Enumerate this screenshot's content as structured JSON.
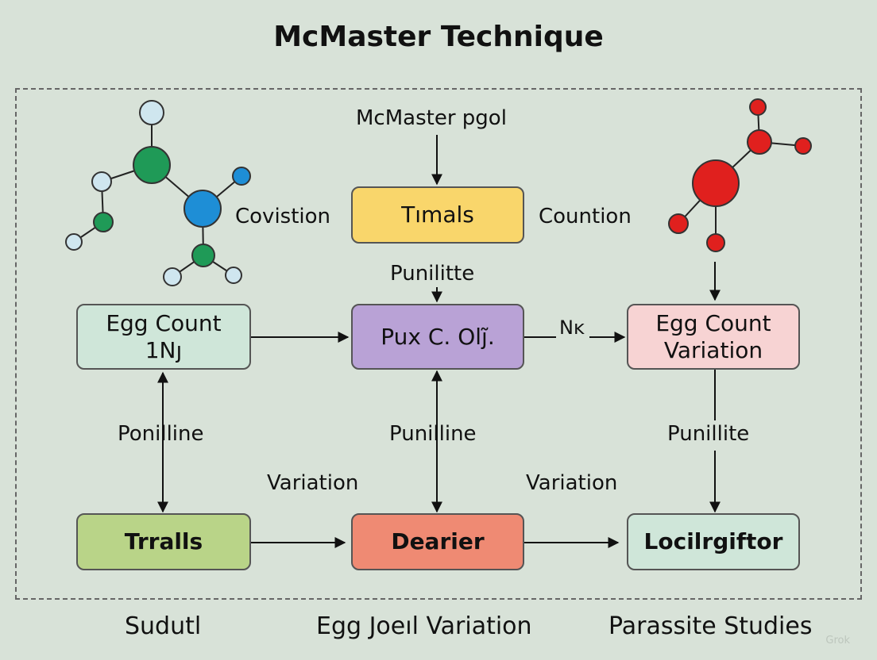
{
  "title": "McMaster Technique",
  "top_label": "McMaster pgol",
  "nodes": {
    "timals": "Tımals",
    "egg_count_left": "Egg Count\n1Nȷ",
    "pux": "Pux C. Olȷ̃.",
    "egg_variation": "Egg Count\nVariation",
    "trralls": "Trralls",
    "dearier": "Dearier",
    "locil": "Locilrgiftor"
  },
  "edge_labels": {
    "covistion": "Covistion",
    "countion": "Countion",
    "punilitte": "Punilitte",
    "nk": "Nĸ",
    "ponilline_left": "Ponilline",
    "punilline_mid": "Punilline",
    "punillite_right": "Punillite",
    "variation_left": "Variation",
    "variation_right": "Variation"
  },
  "footer": {
    "left": "Sudutl",
    "center": "Egg Joeıl Variation",
    "right": "Parassite Studies"
  },
  "watermark": "Grok",
  "colors": {
    "timals": "#f9d66b",
    "egg_count_left": "#cfe6d9",
    "pux": "#b9a2d6",
    "egg_variation": "#f7d3d3",
    "trralls": "#b9d488",
    "dearier": "#ef8a73",
    "locil": "#cfe6d9",
    "mol_green": "#1f9a57",
    "mol_blue": "#1e8ed6",
    "mol_light": "#cfe6ef",
    "mol_red": "#e0201e"
  }
}
